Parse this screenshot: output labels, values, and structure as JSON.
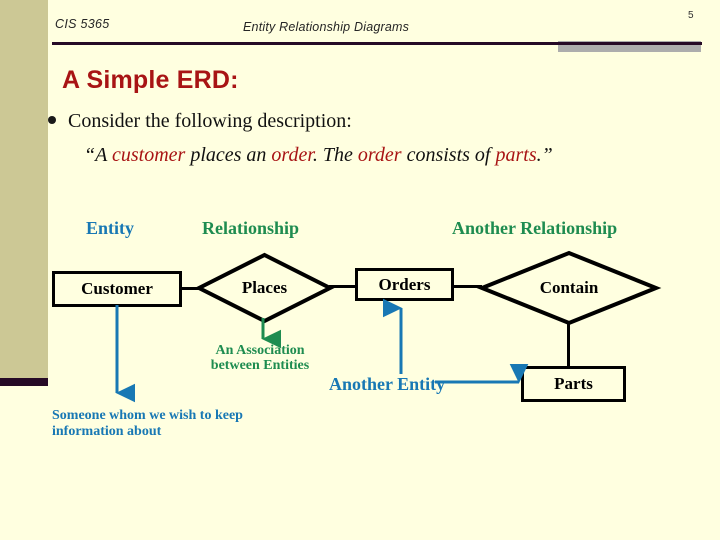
{
  "slide": {
    "header": {
      "course": "CIS 5365",
      "topic": "Entity Relationship Diagrams",
      "slide_number": "5"
    },
    "title": "A Simple ERD:",
    "bullet": "Consider the following description:",
    "quote": {
      "open": "“A ",
      "h1": "customer",
      "mid1": " places an ",
      "h2": "order",
      "mid2": ". The ",
      "h3": "order",
      "mid3": " consists of ",
      "h4": "parts",
      "close": ".”"
    },
    "annotations": {
      "entity": "Entity",
      "relationship": "Relationship",
      "another_relationship": "Another Relationship",
      "association": "An Association between Entities",
      "another_entity": "Another Entity",
      "someone": "Someone whom we wish to keep information about"
    },
    "diagram": {
      "entities": [
        {
          "label": "Customer"
        },
        {
          "label": "Orders"
        },
        {
          "label": "Parts"
        }
      ],
      "relationships": [
        {
          "label": "Places"
        },
        {
          "label": "Contain"
        }
      ]
    },
    "colors": {
      "background": "#ffffe0",
      "sidebar": "#ccc895",
      "rule": "#260a26",
      "rule_gray": "#adadad",
      "title": "#a81414",
      "highlight": "#a81414",
      "entity_anno": "#1878b4",
      "relationship_anno": "#1e8c50",
      "shape_stroke": "#000000"
    }
  }
}
